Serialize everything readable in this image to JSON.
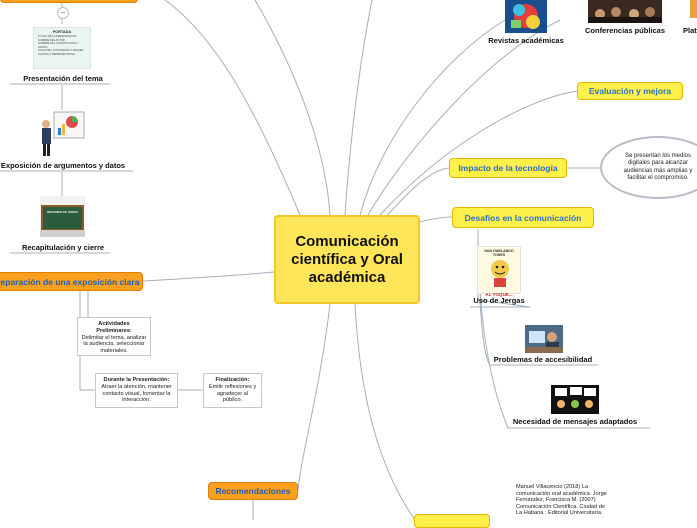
{
  "center": {
    "title": "Comunicación científica y Oral académica"
  },
  "top_items": {
    "revistas": "Revistas académicas",
    "conferencias": "Conferencias públicas",
    "plataformas": "Plat"
  },
  "topics": {
    "evaluacion": "Evaluación y mejora",
    "impacto": "Impacto de la tecnología",
    "desafios": "Desafíos en la comunicación",
    "preparacion": "Preparación de una exposición clara",
    "recomendaciones": "Recomendaciones"
  },
  "impacto_bubble": "Se presentan los medios digitales para alcanzar audiencias más amplias y facilitar el compromiso.",
  "desafios_items": {
    "jergas": "Uso de Jergas",
    "accesibilidad": "Problemas de accesibilidad",
    "mensajes": "Necesidad de mensajes adaptados"
  },
  "jergas_image": {
    "line1": "HAN HABLANDO TONES",
    "line2": "AL TOQUE..."
  },
  "left_items": {
    "presentacion": "Presentación del tema",
    "exposicion": "Exposición de argumentos y datos",
    "recapitulacion": "Recapitulación y cierre"
  },
  "portada_image": {
    "title": "PORTADA",
    "lines": [
      "TITULO DE LA PRESENTACION",
      "NOMBRE DEL AUTOR",
      "NOMBRE DE LA INSTITUCION O GRUPO",
      "LOGOTIPO, FOTOGRAFÍA O IMAGEN ALUSIVA O REPRESENTATIVA"
    ]
  },
  "recap_image": {
    "board_text": "RESUMEN DE TEMAS"
  },
  "collapse_symbol": "−",
  "notes": {
    "actividades": {
      "title": "Actividades Preliminares:",
      "body": "Delimitar el tema, analizar la audiencia, seleccionar materiales."
    },
    "durante": {
      "title": "Durante la Presentación:",
      "body": "Atraer la atención, mantener contacto visual, fomentar la interacción."
    },
    "finalizacion": {
      "title": "Finalización:",
      "body": "Emitir reflexiones y agradecer al público."
    }
  },
  "reference": "Manuel Villacencio (2018) La comunicación oral académica. Jorge Fernández, Francisca M. (2007) Comunicación Científica. Ciudad de La Habana : Editorial Universitaria.",
  "colors": {
    "center_fill": "#ffe55a",
    "topic_yellow": "#fff04a",
    "topic_orange": "#f9a020",
    "topic_text": "#2b6fc7",
    "connector": "#a4b0bd"
  }
}
